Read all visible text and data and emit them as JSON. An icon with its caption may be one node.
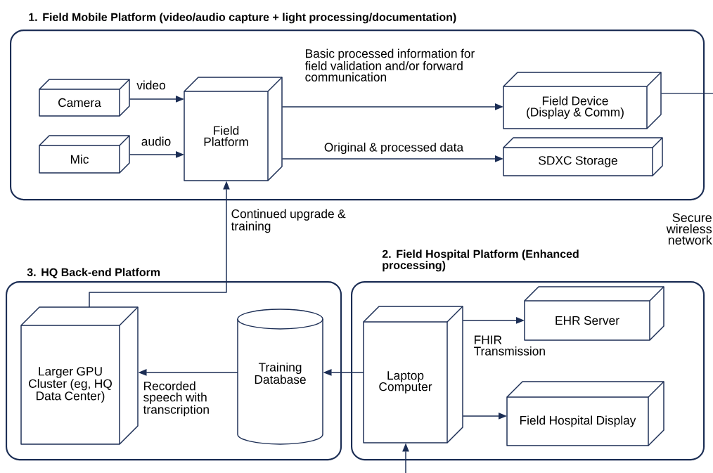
{
  "diagram": {
    "nodes": [
      {
        "text": [
          "1. Field Mobile Platform (video/audio capture + light processing/documentation)"
        ]
      },
      {
        "text": [
          "Camera"
        ],
        "in": 0
      },
      {
        "text": [
          "Mic"
        ],
        "in": 0
      },
      {
        "text": [
          "Field Platform"
        ],
        "in": 0
      },
      {
        "text": [
          "Field Device (Display & Comm)"
        ],
        "in": 0
      },
      {
        "text": [
          "SDXC Storage"
        ],
        "in": 0
      },
      {
        "text": [
          "3. HQ Back-end Platform"
        ]
      },
      {
        "text": [
          "Larger GPU Cluster (eg, HQ Data Center)"
        ],
        "in": 6
      },
      {
        "text": [
          "Training Database"
        ],
        "in": 6
      },
      {
        "text": [
          "2. Field Hospital Platform (Enhanced processing)"
        ]
      },
      {
        "text": [
          "Laptop Computer"
        ],
        "in": 9
      },
      {
        "text": [
          "EHR Server"
        ],
        "in": 9
      },
      {
        "text": [
          "Field Hospital Display"
        ],
        "in": 9
      }
    ],
    "edges": [
      {
        "from": 1,
        "to": 3,
        "arrow": "to",
        "label": "video"
      },
      {
        "from": 2,
        "to": 3,
        "arrow": "to",
        "label": "audio"
      },
      {
        "from": 3,
        "to": 4,
        "arrow": "to",
        "label": "Basic processed information for field validation and/or forward communication"
      },
      {
        "from": 3,
        "to": 5,
        "arrow": "to",
        "label": "Original & processed data"
      },
      {
        "from": 7,
        "to": 3,
        "arrow": "to",
        "label": "Continued upgrade & training"
      },
      {
        "from": 10,
        "to": 8,
        "arrow": "to"
      },
      {
        "from": 8,
        "to": 7,
        "arrow": "to",
        "label": "Recorded speech with transcription"
      },
      {
        "from": 10,
        "to": 11,
        "arrow": "to",
        "label": "FHIR Transmission"
      },
      {
        "from": 10,
        "to": 12,
        "arrow": "to"
      },
      {
        "from": 4,
        "to": null,
        "arrow": "none"
      },
      {
        "from": null,
        "to": 10,
        "arrow": "to"
      }
    ],
    "labels": [
      "Secure wireless network"
    ]
  }
}
